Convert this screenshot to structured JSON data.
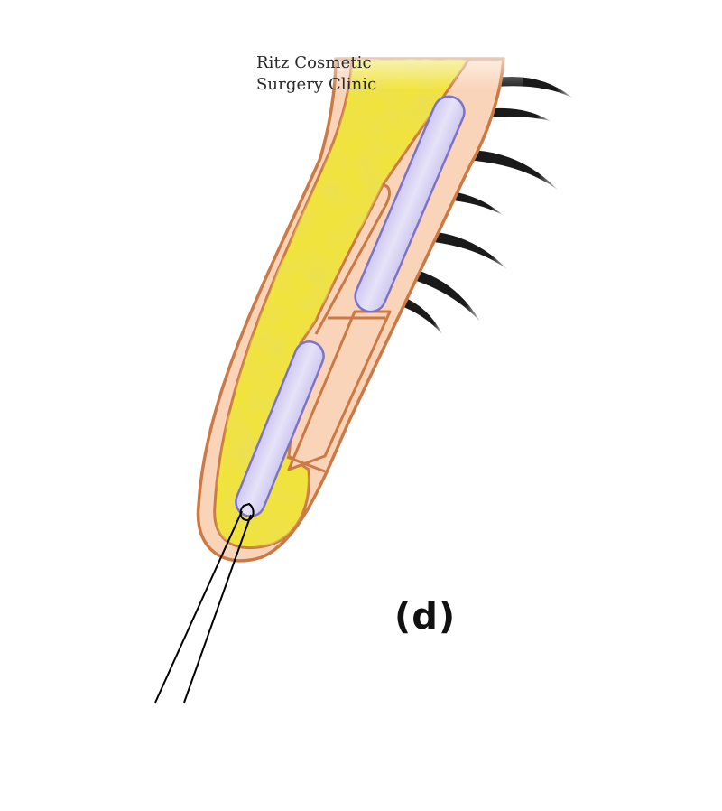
{
  "watermark": {
    "line1": "Ritz Cosmetic",
    "line2": "Surgery Clinic"
  },
  "panel_label": "(d)",
  "colors": {
    "skin_fill": "#f9d4b9",
    "skin_outline": "#cc7a45",
    "fat_fill": "#f1e33d",
    "fat_texture": "#d8c424",
    "implant_fill": "#ddd8f4",
    "implant_outline": "#7b73c8",
    "eyelash": "#1a1a1a",
    "instrument": "#000000"
  },
  "eyelash_count": 7
}
